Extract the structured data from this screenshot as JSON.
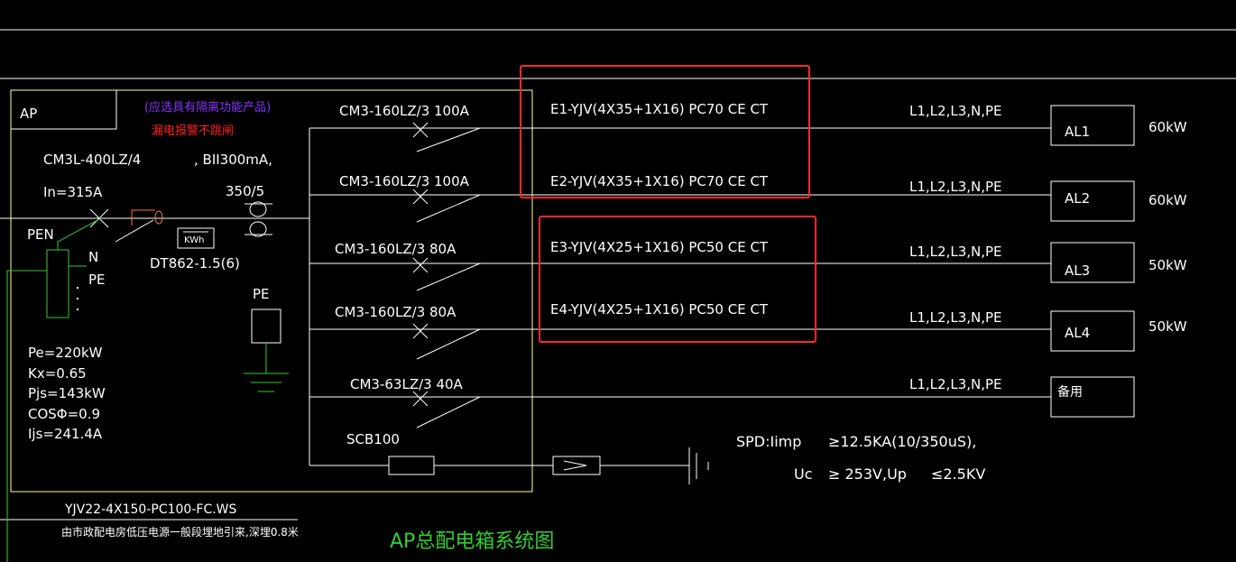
{
  "colors": {
    "background": "#000000",
    "line": "#ffffff",
    "panel_border": "#ffff99",
    "ground": "#33cc33",
    "highlight": "#ff2a2a",
    "title": "#33cc33",
    "note_purple": "#8833ff",
    "note_red": "#ff2222"
  },
  "panel": {
    "label": "AP",
    "note_purple": "(应选具有隔离功能产品)",
    "note_red": "漏电报警不跳闸",
    "main_breaker": "CM3L-400LZ/4",
    "breaker_extra": ", BII300mA,",
    "ct_ratio": "350/5",
    "in_rating": "In=315A",
    "pen": "PEN",
    "n": "N",
    "pe": "PE",
    "meter_label": "KWh",
    "meter_model": "DT862-1.5(6)",
    "pe_box_label": "PE",
    "pe_value": "Pe=220kW",
    "kx": "Kx=0.65",
    "pjs": "Pjs=143kW",
    "cos": "COSΦ=0.9",
    "ijs": "Ijs=241.4A"
  },
  "branches": [
    {
      "breaker": "CM3-160LZ/3 100A",
      "cable": "E1-YJV(4X35+1X16) PC70 CE CT",
      "phases": "L1,L2,L3,N,PE",
      "box": "AL1",
      "power": "60kW"
    },
    {
      "breaker": "CM3-160LZ/3 100A",
      "cable": "E2-YJV(4X35+1X16) PC70 CE CT",
      "phases": "L1,L2,L3,N,PE",
      "box": "AL2",
      "power": "60kW"
    },
    {
      "breaker": "CM3-160LZ/3 80A",
      "cable": "E3-YJV(4X25+1X16) PC50 CE CT",
      "phases": "L1,L2,L3,N,PE",
      "box": "AL3",
      "power": "50kW"
    },
    {
      "breaker": "CM3-160LZ/3 80A",
      "cable": "E4-YJV(4X25+1X16) PC50 CE CT",
      "phases": "L1,L2,L3,N,PE",
      "box": "AL4",
      "power": "50kW"
    },
    {
      "breaker": "CM3-63LZ/3 40A",
      "cable": "",
      "phases": "L1,L2,L3,N,PE",
      "box": "备用",
      "power": ""
    }
  ],
  "spd": {
    "breaker": "SCB100",
    "line1_label": "SPD:Iimp",
    "line1_value": "≥12.5KA(10/350uS),",
    "line2_uc": "Uc",
    "line2_value": "≥ 253V,Up",
    "line2_up": "≤2.5KV"
  },
  "incoming": {
    "cable": "YJV22-4X150-PC100-FC.WS",
    "source": "由市政配电房低压电源一般段埋地引来,深埋0.8米"
  },
  "title": "AP总配电箱系统图"
}
